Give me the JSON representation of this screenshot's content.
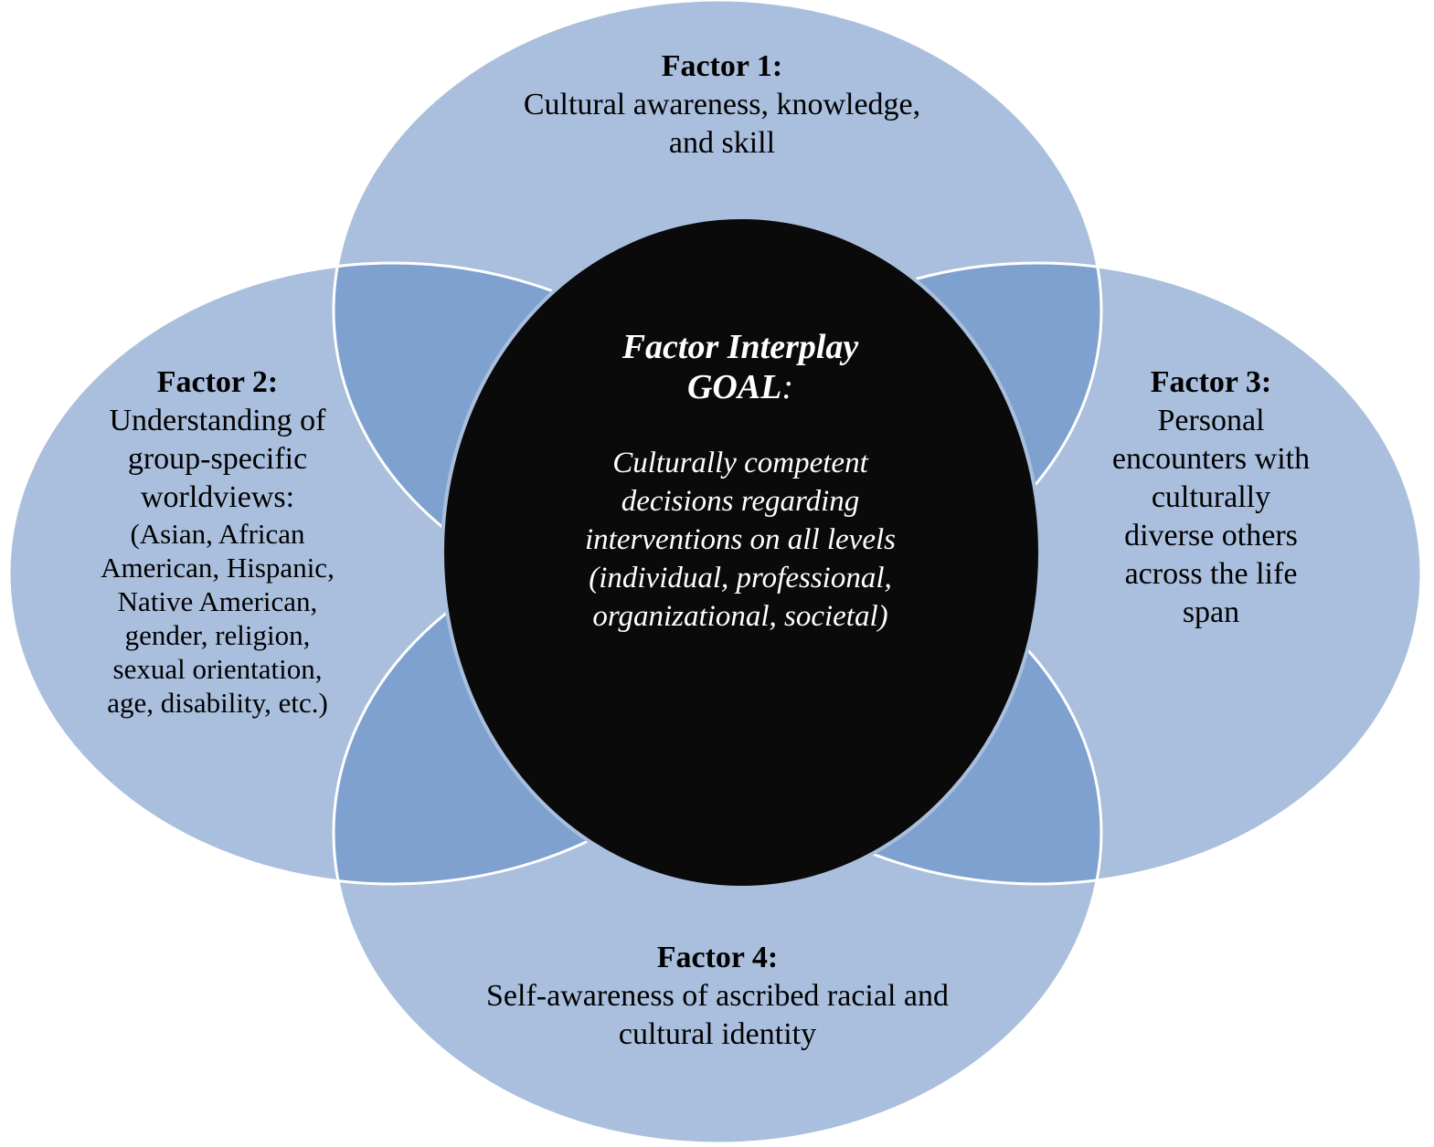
{
  "colors": {
    "circle_fill": "#a9bfdd",
    "overlap_fill": "#7fa1cf",
    "center_fill": "#0a0a0a",
    "outline": "#ffffff"
  },
  "factor1": {
    "title": "Factor 1:",
    "lines": [
      "Cultural awareness, knowledge,",
      "and skill"
    ]
  },
  "factor2": {
    "title": "Factor 2:",
    "lines": [
      "Understanding of",
      "group-specific",
      "worldviews:"
    ],
    "detail_lines": [
      "(Asian, African",
      "American, Hispanic,",
      "Native American,",
      "gender, religion,",
      "sexual orientation,",
      "age, disability, etc.)"
    ]
  },
  "factor3": {
    "title": "Factor 3:",
    "lines": [
      "Personal",
      "encounters with",
      "culturally",
      "diverse others",
      "across the life",
      "span"
    ]
  },
  "factor4": {
    "title": "Factor 4:",
    "lines": [
      "Self-awareness of ascribed racial and",
      "cultural identity"
    ]
  },
  "center": {
    "title_line1": "Factor Interplay",
    "title_line2": "GOAL",
    "title_colon": ":",
    "lines": [
      "Culturally competent",
      "decisions regarding",
      "interventions on all levels",
      "(individual, professional,",
      "organizational, societal)"
    ]
  }
}
